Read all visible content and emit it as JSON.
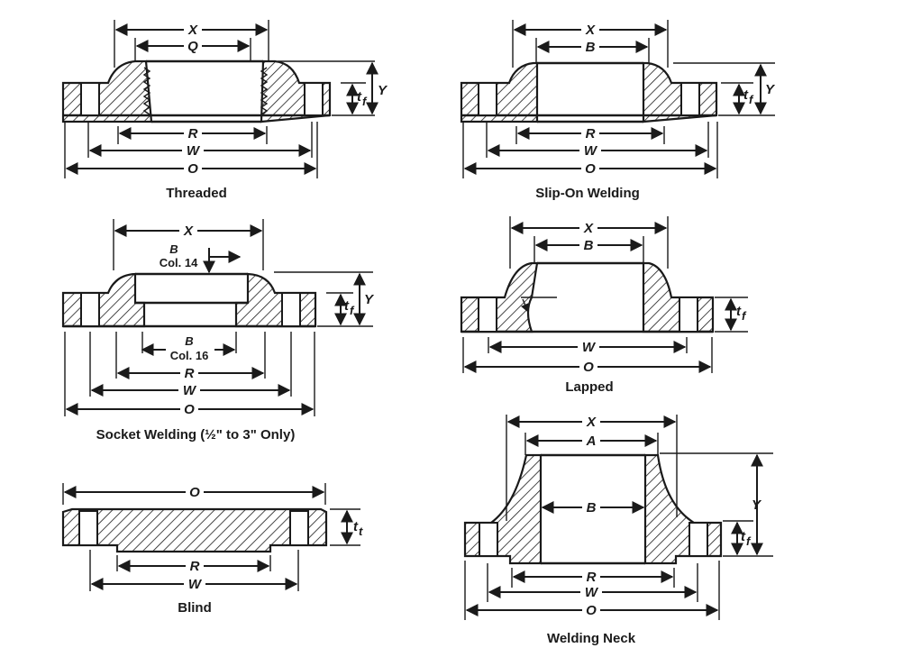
{
  "diagrams": {
    "threaded": {
      "caption": "Threaded",
      "dims": {
        "x": "X",
        "q": "Q",
        "r": "R",
        "w": "W",
        "o": "O",
        "y": "Y",
        "tf": "t",
        "tf_sub": "f"
      }
    },
    "slip_on": {
      "caption": "Slip-On Welding",
      "dims": {
        "x": "X",
        "b": "B",
        "r": "R",
        "w": "W",
        "o": "O",
        "y": "Y",
        "tf": "t",
        "tf_sub": "f"
      }
    },
    "socket": {
      "caption": "Socket Welding (½\" to 3\" Only)",
      "dims": {
        "x": "X",
        "b_top": "B",
        "col_top": "Col. 14",
        "b_bot": "B",
        "col_bot": "Col. 16",
        "r": "R",
        "w": "W",
        "o": "O",
        "y": "Y",
        "tf": "t",
        "tf_sub": "f"
      }
    },
    "lapped": {
      "caption": "Lapped",
      "dims": {
        "x": "X",
        "b": "B",
        "w": "W",
        "o": "O",
        "tf": "t",
        "tf_sub": "f"
      }
    },
    "blind": {
      "caption": "Blind",
      "dims": {
        "o": "O",
        "r": "R",
        "w": "W",
        "tf": "t",
        "tf_sub": "t"
      }
    },
    "welding_neck": {
      "caption": "Welding Neck",
      "dims": {
        "x": "X",
        "a": "A",
        "b": "B",
        "r": "R",
        "w": "W",
        "o": "O",
        "y": "Y",
        "tf": "t",
        "tf_sub": "f"
      }
    }
  }
}
